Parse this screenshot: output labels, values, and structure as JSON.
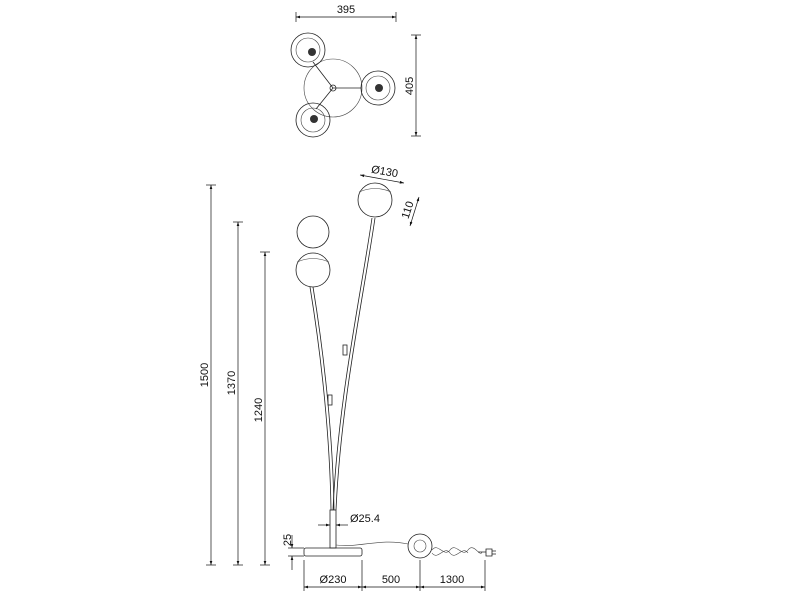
{
  "drawing": {
    "top_view": {
      "width": "395",
      "depth": "405"
    },
    "side_view": {
      "shade_diameter": "Ø130",
      "shade_height": "110",
      "height_total": "1500",
      "height_mid": "1370",
      "height_low": "1240",
      "base_height": "25",
      "pole_diameter": "Ø25.4",
      "base_diameter": "Ø230",
      "cord_to_switch": "500",
      "cord_to_plug": "1300"
    }
  }
}
